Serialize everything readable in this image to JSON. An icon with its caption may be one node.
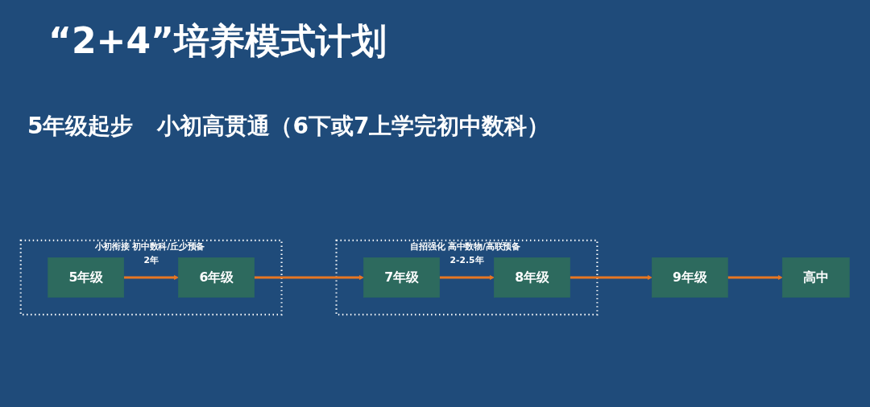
{
  "diagram": {
    "title": "“2+4”培养模式计划",
    "nodes": [
      {
        "text": [
          "小初衔接 初中数科/丘少预备 2年"
        ]
      },
      {
        "text": [
          "5年级"
        ],
        "in": 0
      },
      {
        "text": [
          "6年级"
        ],
        "in": 0
      },
      {
        "text": [
          "自招强化 高中数物/高联预备 2-2.5年"
        ]
      },
      {
        "text": [
          "7年级"
        ],
        "in": 3
      },
      {
        "text": [
          "8年级"
        ],
        "in": 3
      },
      {
        "text": [
          "9年级"
        ]
      },
      {
        "text": [
          "高中"
        ]
      }
    ],
    "edges": [
      {
        "from": 1,
        "to": 2,
        "arrow": "to"
      },
      {
        "from": 2,
        "to": 4,
        "arrow": "to"
      },
      {
        "from": 4,
        "to": 5,
        "arrow": "to"
      },
      {
        "from": 5,
        "to": 6,
        "arrow": "to"
      },
      {
        "from": 6,
        "to": 7,
        "arrow": "to"
      }
    ],
    "labels": [
      "5年级起步",
      "小初高贯通（6下或7上学完初中数科）"
    ]
  }
}
